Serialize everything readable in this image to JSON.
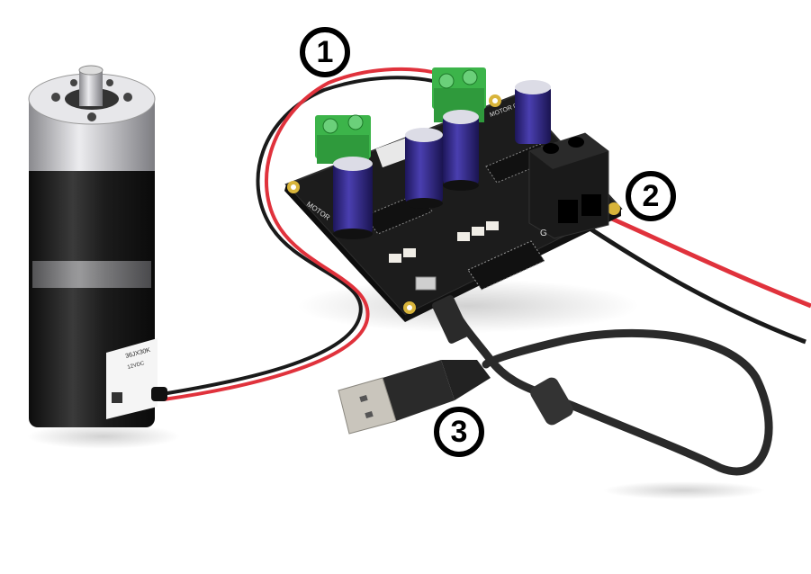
{
  "photo": {
    "subject": "DC gear motor connected to motor controller board with power wires and USB cable",
    "colors": {
      "background": "#ffffff",
      "motor_body": "#1e1e1e",
      "motor_gearhead": "#c9c9cc",
      "pcb": "#1a1a1a",
      "terminal_green": "#3cb44a",
      "capacitor": "#2b2170",
      "wire_red": "#e0323c",
      "wire_black": "#1a1a1a",
      "usb_cable": "#2a2a2a",
      "mount_hole_gold": "#d8b43a"
    },
    "motor_label": {
      "line1": "36JX30K",
      "line2": "12VDC"
    },
    "board_labels": {
      "motor_port_a": "MOTOR",
      "motor_port_b": "MOTOR 0",
      "ground_mark": "G"
    }
  },
  "callouts": [
    {
      "number": "1",
      "meaning": "motor wires"
    },
    {
      "number": "2",
      "meaning": "power supply input"
    },
    {
      "number": "3",
      "meaning": "USB cable"
    }
  ]
}
